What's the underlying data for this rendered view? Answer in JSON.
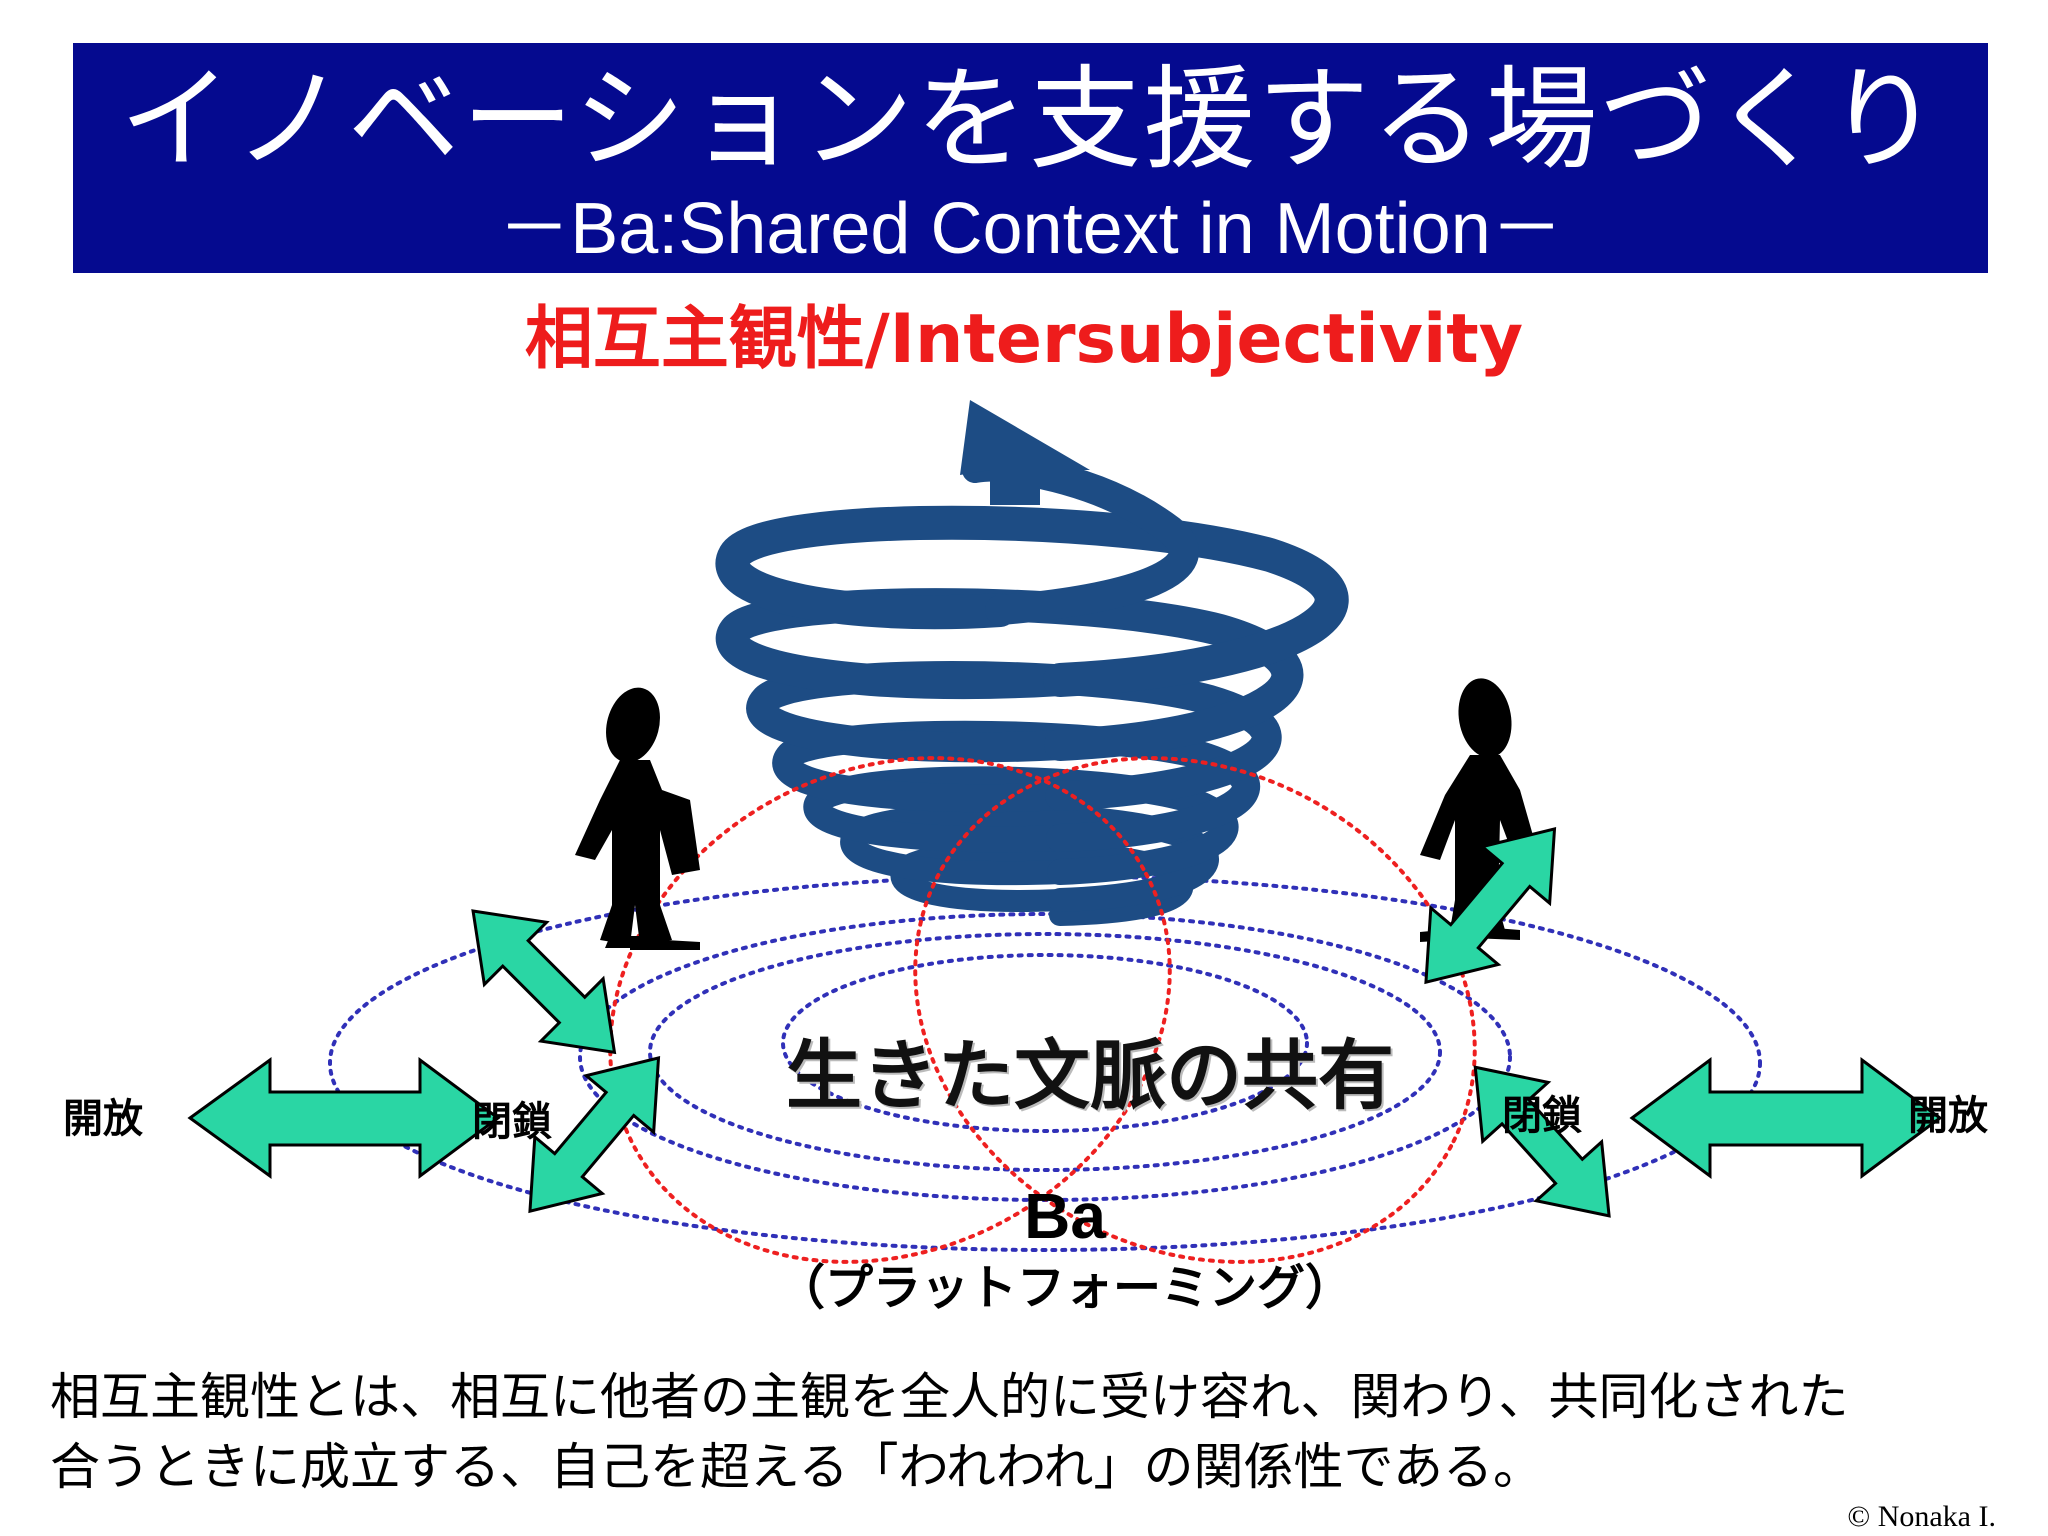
{
  "title": {
    "main": "イノベーションを支援する場づくり",
    "sub": "－Ba:Shared Context in Motion－"
  },
  "heading": "相互主観性/Intersubjectivity",
  "diagram": {
    "center_label": "生きた文脈の共有",
    "ba_label": "Ba",
    "ba_sub": "（プラットフォーミング）",
    "left_open": "開放",
    "left_closed": "閉鎖",
    "right_closed": "閉鎖",
    "right_open": "開放"
  },
  "description": {
    "line1": "相互主観性とは、相互に他者の主観を全人的に受け容れ、関わり、共同化された",
    "line2": "合うときに成立する、自己を超える「われわれ」の関係性である。"
  },
  "copyright": "© Nonaka I.",
  "colors": {
    "banner": "#050a8f",
    "heading": "#ee1c1c",
    "spiral": "#1d4c84",
    "arrows": "#2ad6a4",
    "blue_dotted": "#3030b8",
    "red_dotted": "#ee2020"
  }
}
